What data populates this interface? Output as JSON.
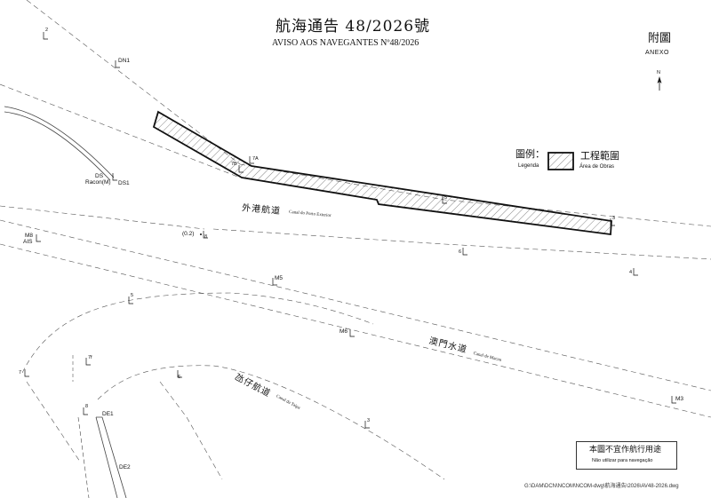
{
  "header": {
    "title": "航海通告 48/2026號",
    "subtitle": "AVISO AOS NAVEGANTES Nº48/2026"
  },
  "annex": {
    "label_cn": "附圖",
    "label_pt": "ANEXO"
  },
  "north_label": "N",
  "legend": {
    "label_cn": "圖例：",
    "label_pt": "Legenda",
    "item_cn": "工程範圍",
    "item_pt": "Área de Obras"
  },
  "canals": {
    "outer_cn": "外港航道",
    "outer_pt": "Canal do Porto Exterior",
    "macau_cn": "澳門水道",
    "macau_pt": "Canal de Macau",
    "taipa_cn": "氹仔航道",
    "taipa_pt": "Canal da Taipa"
  },
  "markers": {
    "m2": "2",
    "dn1": "DN1",
    "ds": "DS",
    "racon": "Racon(M)",
    "ds1": "DS1",
    "m7a": "7A",
    "m7b": "7B",
    "m5a": "5",
    "m3a": "3",
    "m8": "M8",
    "ais": "AIS",
    "m02": "(0.2)",
    "m8b": "8",
    "m6": "6",
    "m4": "4",
    "m5b": "5",
    "m5m": "M5",
    "m6m": "M6",
    "m7": "7",
    "m7f": "7f",
    "m6b": "6",
    "m8c": "8",
    "de1": "DE1",
    "de2": "DE2",
    "m3b": "3",
    "m3m": "M3"
  },
  "note": {
    "cn": "本圖不宜作航行用途",
    "pt": "Não utilizar para navegação"
  },
  "file_path": "G:\\DAM\\DCN\\NCOM\\NCOM-dwg\\航海通告\\2026\\AV48-2026.dwg"
}
